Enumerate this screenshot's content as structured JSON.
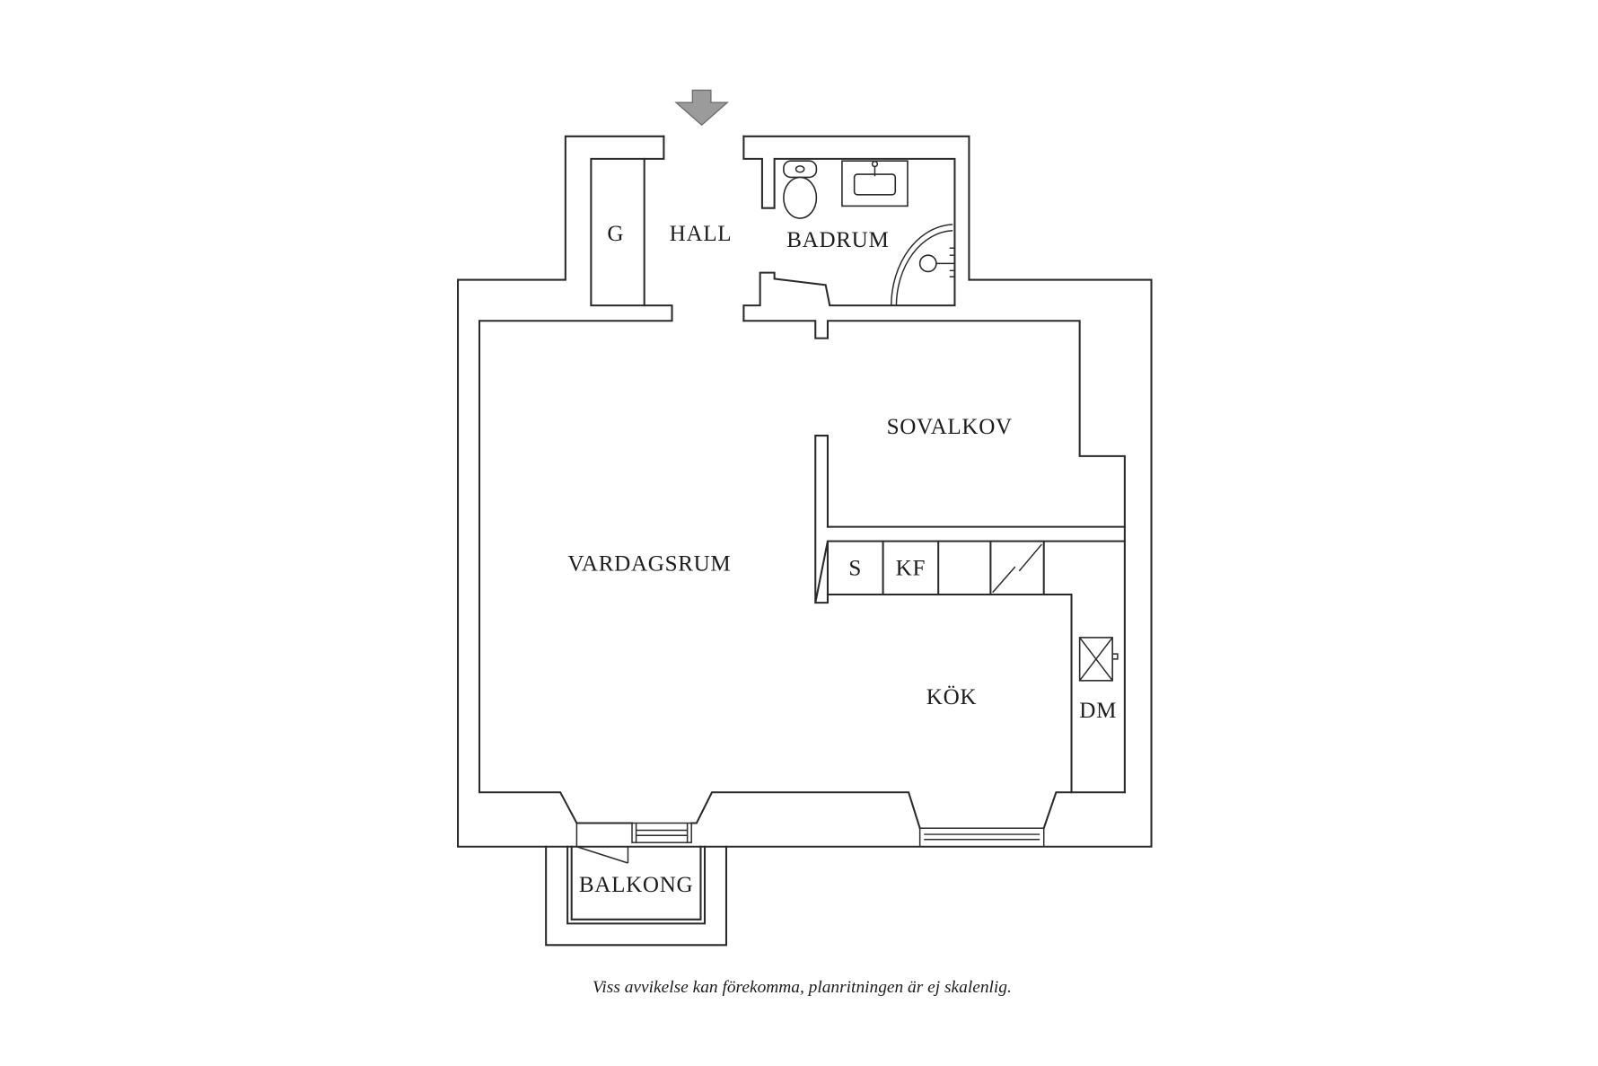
{
  "diagram": {
    "rooms": {
      "g": "G",
      "hall": "HALL",
      "badrum": "BADRUM",
      "sovalkov": "SOVALKOV",
      "vardagsrum": "VARDAGSRUM",
      "s": "S",
      "kf": "KF",
      "kok": "KÖK",
      "dm": "DM",
      "balkong": "BALKONG"
    },
    "disclaimer": "Viss avvikelse kan förekomma, planritningen är ej skalenlig."
  },
  "icons": {
    "entrance": "arrow-down-icon",
    "toilet": "toilet-icon",
    "sink": "sink-icon",
    "shower": "shower-icon",
    "stove": "stove-icon"
  },
  "colors": {
    "background": "#ffffff",
    "wall": "#2a2a2a",
    "arrow": "#9b9b9b"
  }
}
